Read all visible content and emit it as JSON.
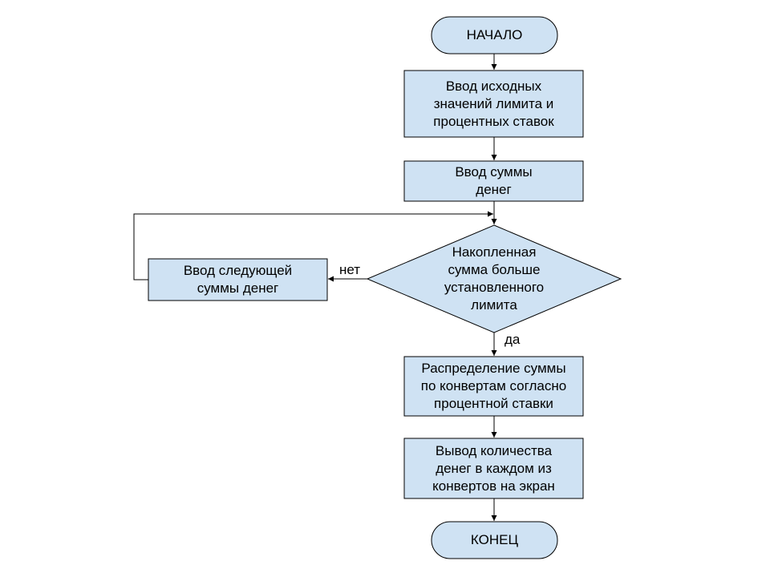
{
  "colors": {
    "node_fill": "#cfe2f3",
    "node_stroke": "#000000",
    "edge": "#000000",
    "background": "#ffffff"
  },
  "nodes": {
    "start": "НАЧАЛО",
    "input_limits": "Ввод исходных\nзначений лимита и\nпроцентных ставок",
    "input_amount": "Ввод суммы\nденег",
    "decision": "Накопленная\nсумма больше\nустановленного\nлимита",
    "input_next": "Ввод следующей\nсуммы денег",
    "distribute": "Распределение суммы\nпо конвертам согласно\nпроцентной ставки",
    "output": "Вывод количества\nденег в каждом из\nконвертов на экран",
    "end": "КОНЕЦ"
  },
  "edge_labels": {
    "no": "нет",
    "yes": "да"
  }
}
